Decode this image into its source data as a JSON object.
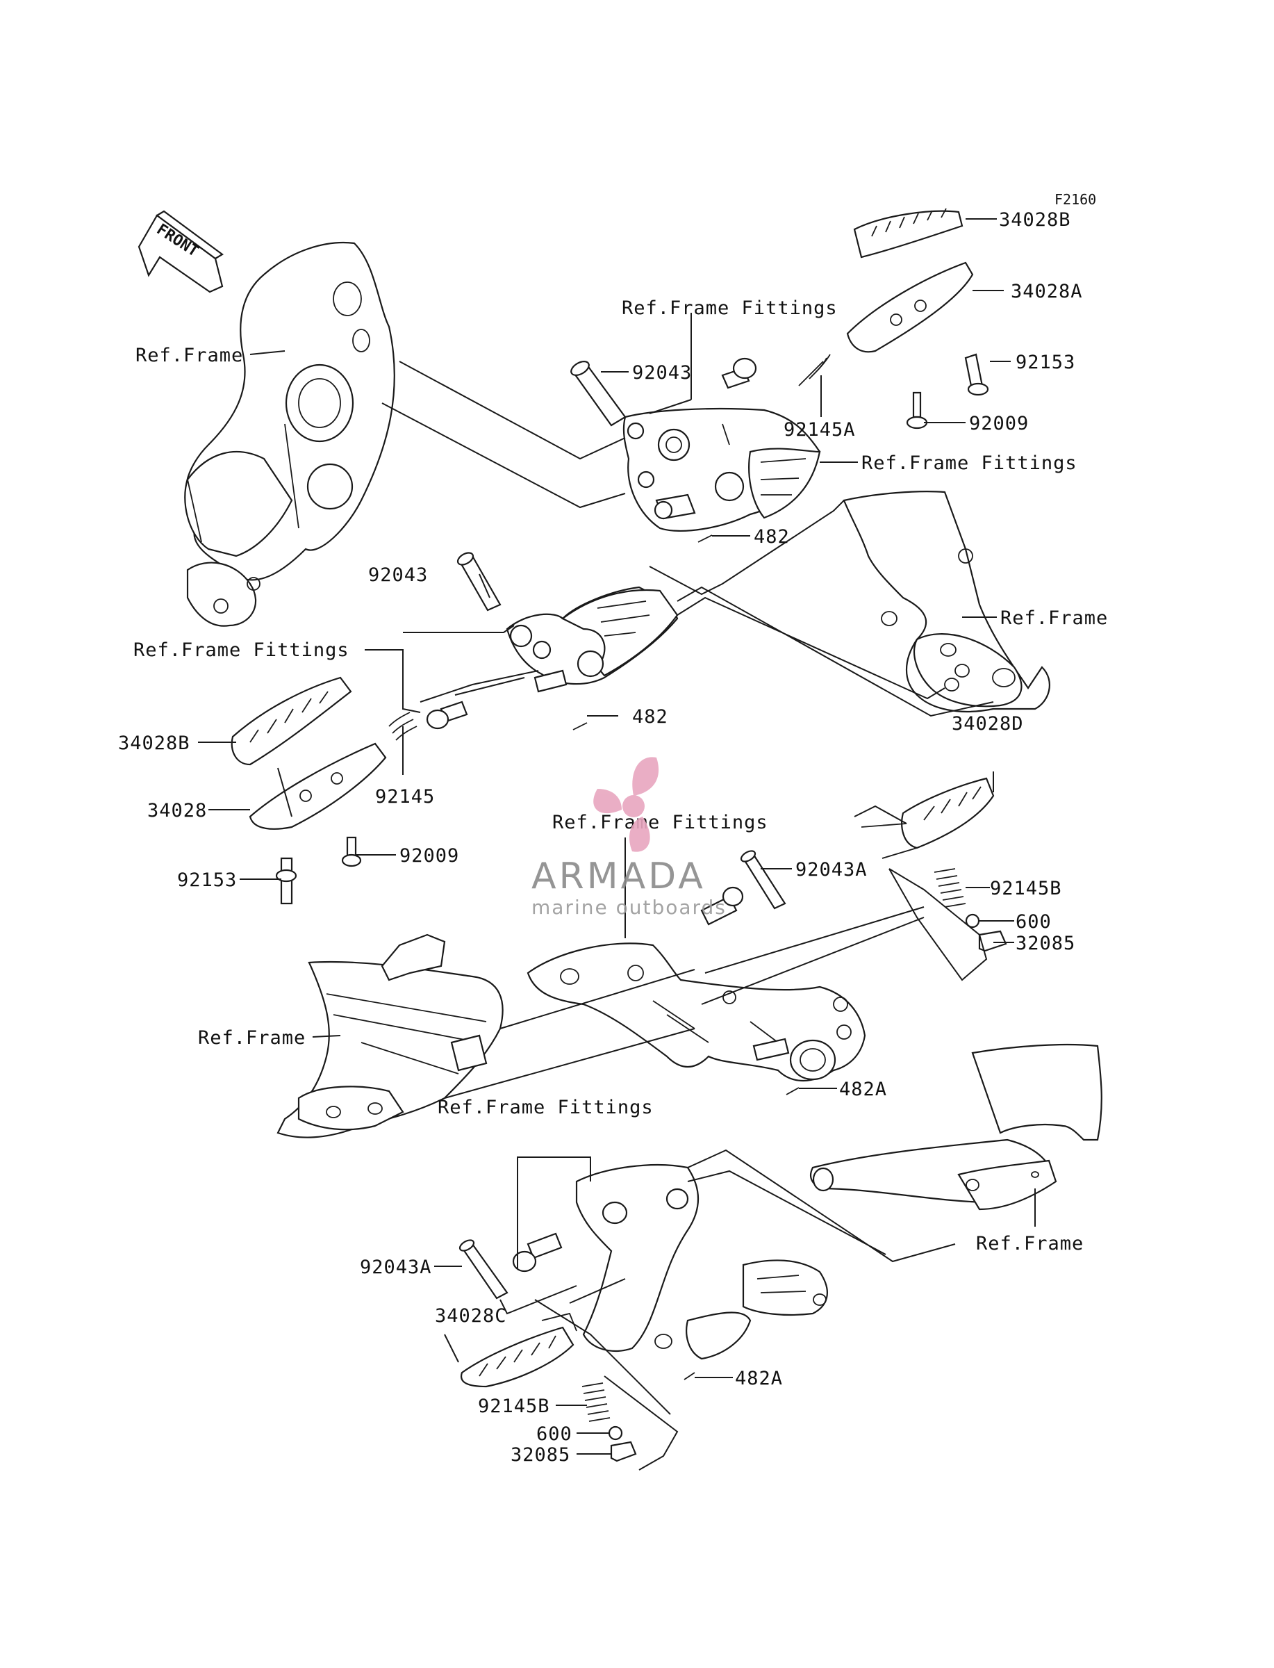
{
  "diagram_code": "F2160",
  "front_label": "FRONT",
  "watermark": {
    "brand": "ARMADA",
    "tagline": "marine outboards",
    "color": "#e8a6bf"
  },
  "labels": {
    "ref_frame_top_left": "Ref.Frame",
    "ref_frame_fittings_top": "Ref.Frame Fittings",
    "p92043_top": "92043",
    "p92145A": "92145A",
    "p34028B_top": "34028B",
    "p34028A": "34028A",
    "p92153_top": "92153",
    "p92009_top": "92009",
    "ref_frame_fittings_right": "Ref.Frame Fittings",
    "p482_top": "482",
    "p92043_mid": "92043",
    "ref_frame_right": "Ref.Frame",
    "ref_frame_fittings_left": "Ref.Frame Fittings",
    "p482_mid": "482",
    "p34028D": "34028D",
    "p34028B_left": "34028B",
    "p92145": "92145",
    "p34028": "34028",
    "p92009_left": "92009",
    "p92153_left": "92153",
    "ref_frame_fittings_center": "Ref.Frame Fittings",
    "p92043A_mid": "92043A",
    "p92145B_right": "92145B",
    "p600_right": "600",
    "p32085_right": "32085",
    "ref_frame_lower_left": "Ref.Frame",
    "p482A_mid": "482A",
    "ref_frame_fittings_bottom": "Ref.Frame Fittings",
    "ref_frame_bottom_right": "Ref.Frame",
    "p92043A_bottom": "92043A",
    "p34028C": "34028C",
    "p482A_bottom": "482A",
    "p92145B_bottom": "92145B",
    "p600_bottom": "600",
    "p32085_bottom": "32085"
  }
}
